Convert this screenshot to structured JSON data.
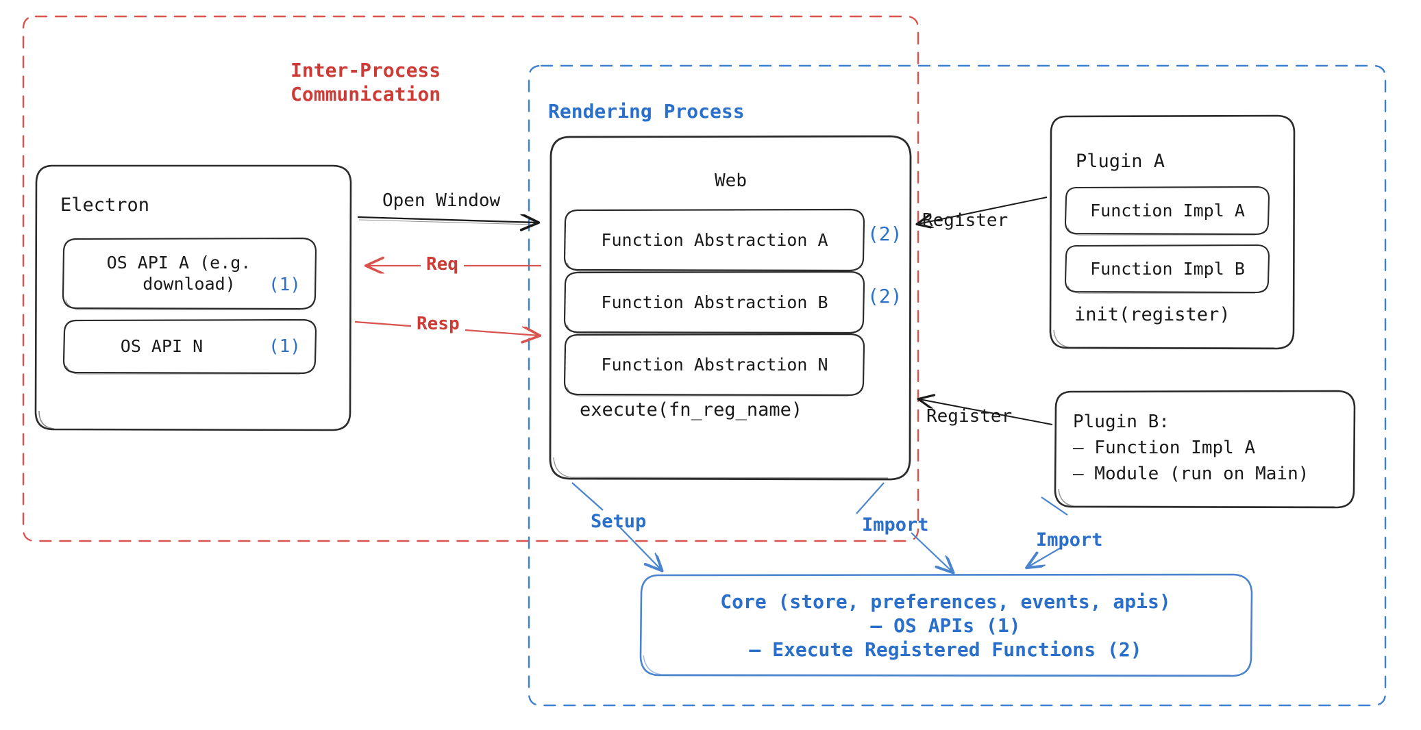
{
  "diagram": {
    "title_ipc": "Inter-Process\nCommunication",
    "title_rendering": "Rendering Process",
    "colors": {
      "ipc_red": "#cc3b36",
      "process_blue": "#2a6fc9",
      "arrow_blue": "#4a84cc",
      "stroke_black": "#1a1a1a"
    }
  },
  "electron": {
    "title": "Electron",
    "items": [
      {
        "label": "OS API A (e.g.\n  download)",
        "tag": "(1)"
      },
      {
        "label": "OS API N",
        "tag": "(1)"
      }
    ]
  },
  "web": {
    "title": "Web",
    "abstractions": [
      {
        "label": "Function Abstraction A",
        "tag": "(2)"
      },
      {
        "label": "Function Abstraction B",
        "tag": "(2)"
      },
      {
        "label": "Function Abstraction N",
        "tag": ""
      }
    ],
    "execute": "execute(fn_reg_name)"
  },
  "plugin_a": {
    "title": "Plugin A",
    "items": [
      {
        "label": "Function Impl A"
      },
      {
        "label": "Function Impl B"
      }
    ],
    "init": "init(register)"
  },
  "plugin_b": {
    "lines": "Plugin B:\n– Function Impl A\n– Module (run on Main)"
  },
  "core": {
    "lines": "Core (store, preferences, events, apis)\n– OS APIs (1)\n– Execute Registered Functions (2)"
  },
  "arrows": {
    "open_window": "Open Window",
    "req": "Req",
    "resp": "Resp",
    "register_top": "Register",
    "register_bottom": "Register",
    "setup": "Setup",
    "import_left": "Import",
    "import_right": "Import"
  }
}
